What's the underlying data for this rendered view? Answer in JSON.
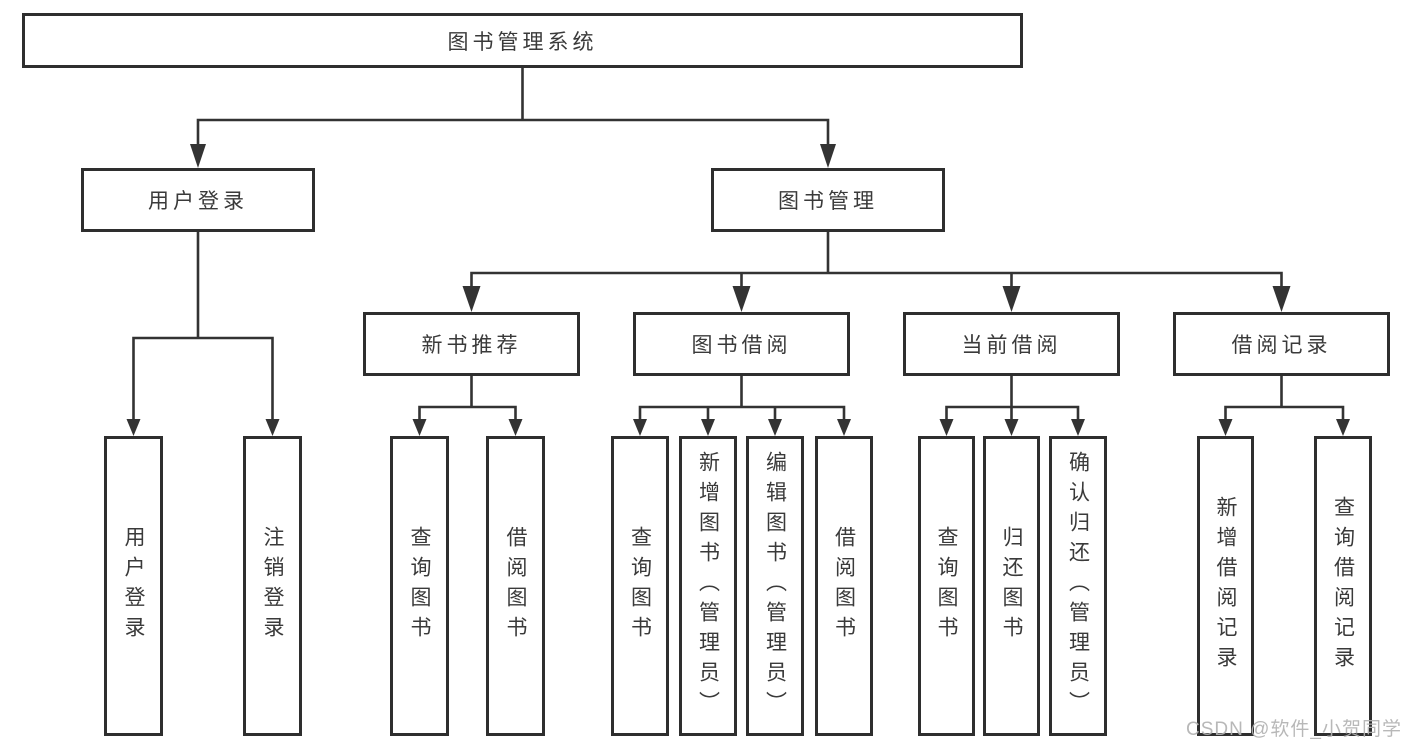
{
  "tree": {
    "root": "图书管理系统",
    "children": [
      {
        "label": "用户登录",
        "children": [
          {
            "label": "用户登录"
          },
          {
            "label": "注销登录"
          }
        ]
      },
      {
        "label": "图书管理",
        "children": [
          {
            "label": "新书推荐",
            "children": [
              {
                "label": "查询图书"
              },
              {
                "label": "借阅图书"
              }
            ]
          },
          {
            "label": "图书借阅",
            "children": [
              {
                "label": "查询图书"
              },
              {
                "label": "新增图书（管理员）"
              },
              {
                "label": "编辑图书（管理员）"
              },
              {
                "label": "借阅图书"
              }
            ]
          },
          {
            "label": "当前借阅",
            "children": [
              {
                "label": "查询图书"
              },
              {
                "label": "归还图书"
              },
              {
                "label": "确认归还（管理员）"
              }
            ]
          },
          {
            "label": "借阅记录",
            "children": [
              {
                "label": "新增借阅记录"
              },
              {
                "label": "查询借阅记录"
              }
            ]
          }
        ]
      }
    ]
  },
  "watermark": {
    "text": "CSDN @软件_小贺同学"
  },
  "colors": {
    "line": "#333333",
    "box_border": "#2e2e2e",
    "text": "#3a3a3a",
    "watermark": "#b3b3b3",
    "background": "#ffffff"
  }
}
